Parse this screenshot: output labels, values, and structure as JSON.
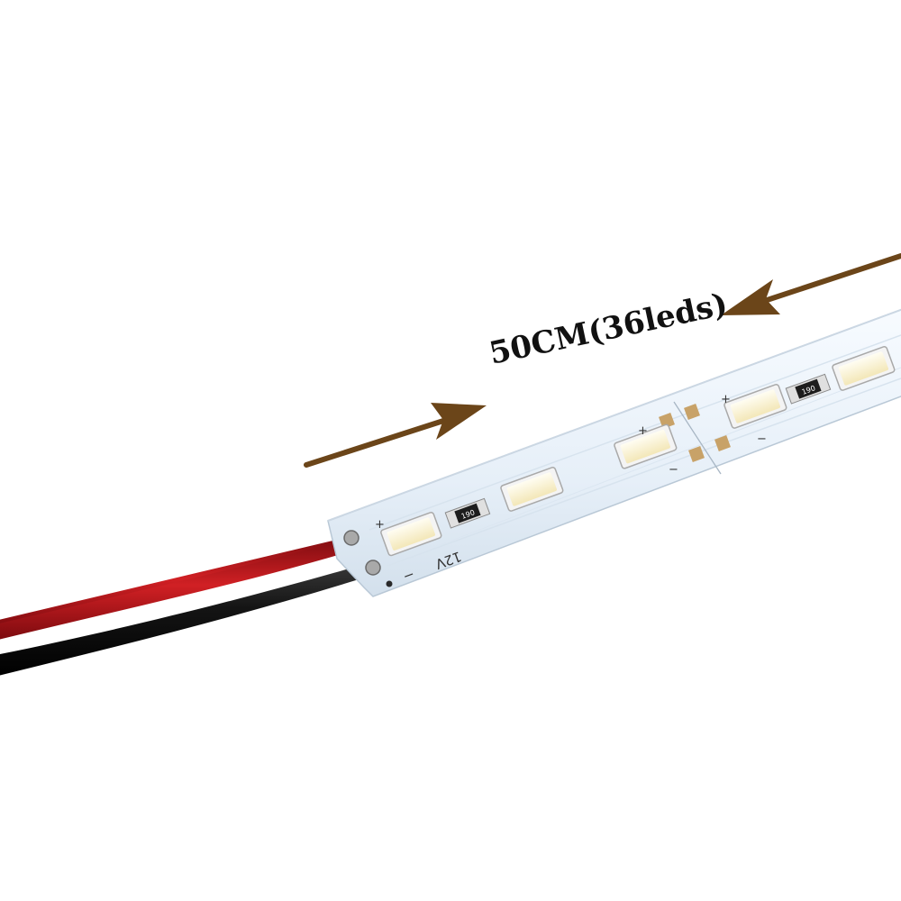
{
  "caption": "50CM(36leds)",
  "board": {
    "voltage": "12V",
    "plus": "+",
    "minus": "−",
    "resistor_code": "190"
  },
  "colors": {
    "background": "#ffffff",
    "pcb": "#e9f1f8",
    "pcb_edge": "#b9c8d6",
    "led": "#fbf5df",
    "arrow": "#6b4519",
    "wire_red": "#b3121a",
    "wire_black": "#111111",
    "pad": "#c8a268"
  }
}
